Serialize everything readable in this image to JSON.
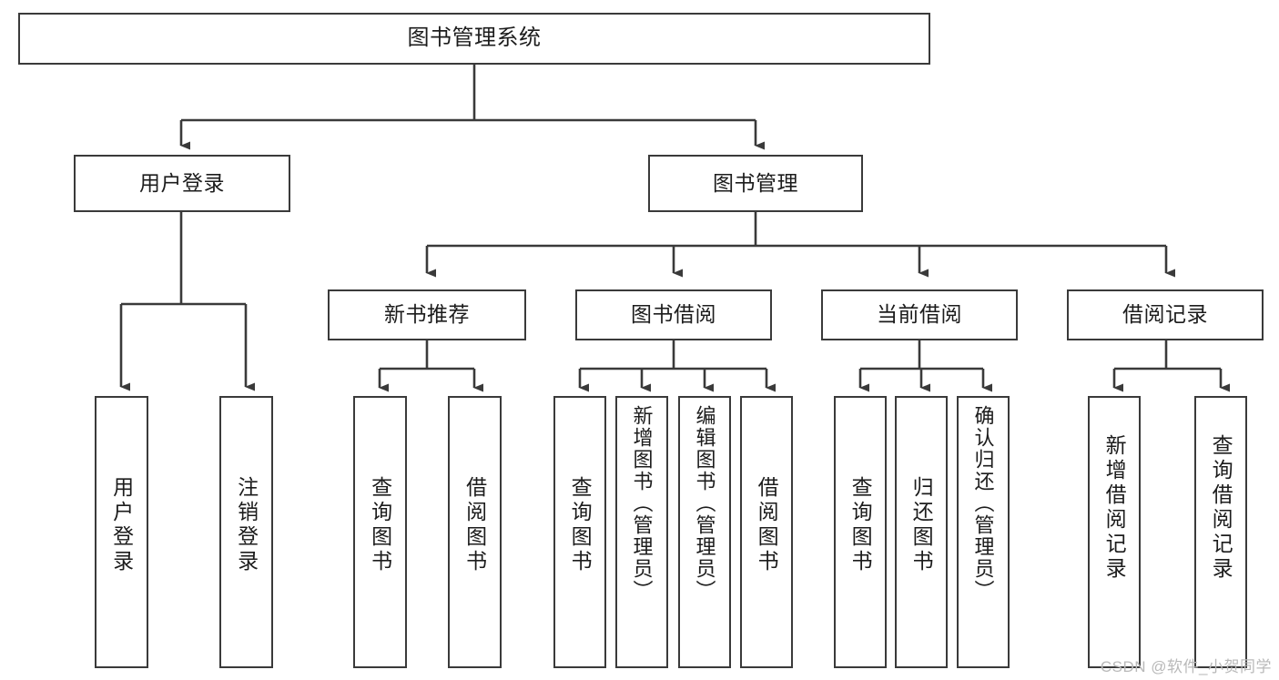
{
  "diagram": {
    "type": "tree-hierarchy-chart",
    "title": "图书管理系统",
    "line_color": "#3a3a3a",
    "box_fill": "#ffffff",
    "text_color": "#1c1c1c",
    "watermark": "CSDN @软件_小贺同学",
    "levels": {
      "root": "图书管理系统",
      "level1": [
        "用户登录",
        "图书管理"
      ],
      "level2": [
        "新书推荐",
        "图书借阅",
        "当前借阅",
        "借阅记录"
      ]
    },
    "nodes": {
      "root": {
        "label": "图书管理系统"
      },
      "user_login": {
        "label": "用户登录"
      },
      "book_manage": {
        "label": "图书管理"
      },
      "new_book_recommend": {
        "label": "新书推荐"
      },
      "book_borrow": {
        "label": "图书借阅"
      },
      "current_borrow": {
        "label": "当前借阅"
      },
      "borrow_record": {
        "label": "借阅记录"
      }
    },
    "leaves": {
      "user_login": [
        {
          "label": "用户登录"
        },
        {
          "label": "注销登录"
        }
      ],
      "new_book_recommend": [
        {
          "label": "查询图书"
        },
        {
          "label": "借阅图书"
        }
      ],
      "book_borrow": [
        {
          "label": "查询图书"
        },
        {
          "label": "新增图书（管理员）"
        },
        {
          "label": "编辑图书（管理员）"
        },
        {
          "label": "借阅图书"
        }
      ],
      "current_borrow": [
        {
          "label": "查询图书"
        },
        {
          "label": "归还图书"
        },
        {
          "label": "确认归还（管理员）"
        }
      ],
      "borrow_record": [
        {
          "label": "新增借阅记录"
        },
        {
          "label": "查询借阅记录"
        }
      ]
    }
  }
}
